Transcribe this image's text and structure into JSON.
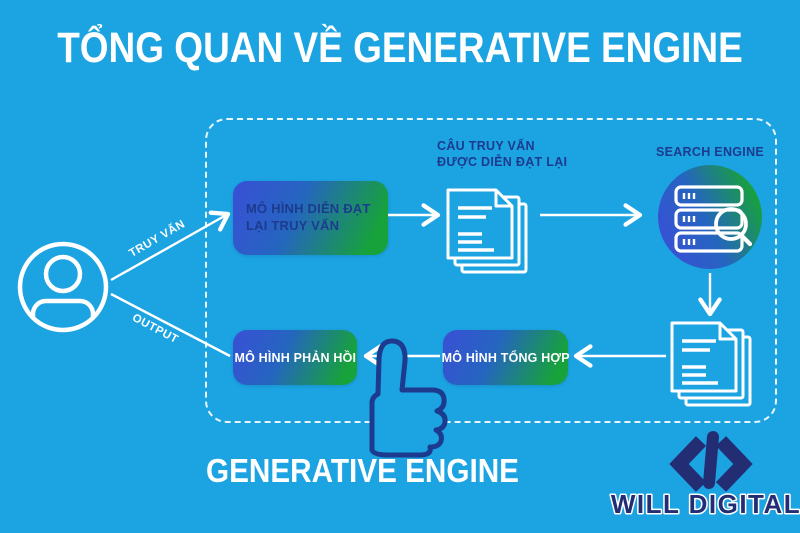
{
  "title": "TỔNG QUAN VỀ GENERATIVE ENGINE",
  "colors": {
    "background": "#1BA3E2",
    "navy_text": "#1C3B8E",
    "logo_navy": "#232D74",
    "white": "#FFFFFF",
    "box_gradient_start": "#3A4FD6",
    "box_gradient_end": "#17A23B"
  },
  "actor": {
    "query_label": "TRUY VẤN",
    "output_label": "OUTPUT"
  },
  "pipeline": {
    "rephrase_box": {
      "line1": "MÔ HÌNH DIỄN ĐẠT",
      "line2": "LẠI TRUY VẤN"
    },
    "rephrased_query_label": {
      "line1": "CÂU TRUY VẤN",
      "line2": "ĐƯỢC DIỄN ĐẠT LẠI"
    },
    "search_engine_label": "SEARCH ENGINE",
    "synthesis_box": "MÔ HÌNH TỔNG HỢP",
    "response_box": "MÔ HÌNH PHẢN HỒI",
    "caption": "GENERATIVE ENGINE"
  },
  "footer": {
    "brand": "WILL DIGITAL"
  }
}
